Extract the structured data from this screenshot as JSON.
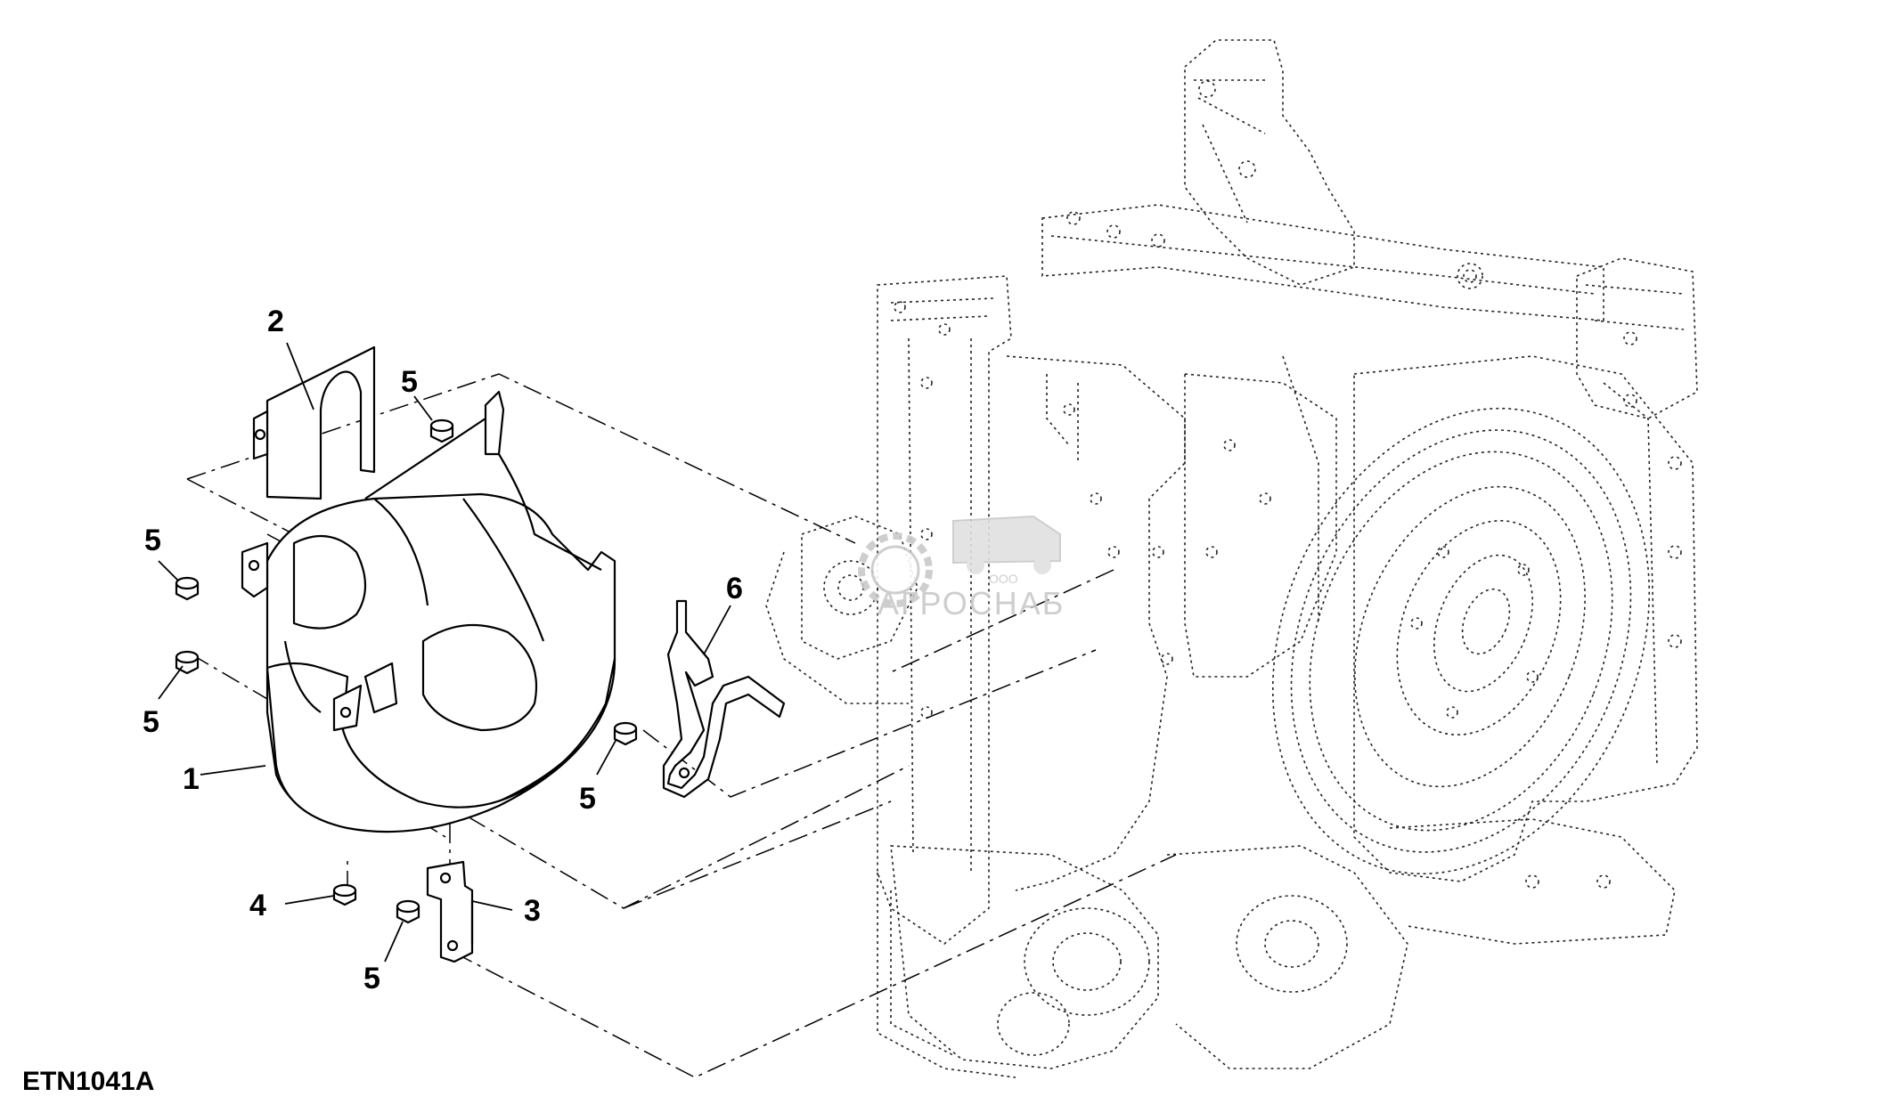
{
  "figure_id": "ETN1041A",
  "callouts": {
    "c1": "1",
    "c2": "2",
    "c3": "3",
    "c4": "4",
    "c5a": "5",
    "c5b": "5",
    "c5c": "5",
    "c5d": "5",
    "c5e": "5",
    "c6": "6"
  },
  "watermark": {
    "company_prefix": "ООО",
    "company_name": "АГРОСНАБ"
  },
  "colors": {
    "line": "#000000",
    "watermark": "#c9c9c9",
    "background": "#ffffff"
  }
}
